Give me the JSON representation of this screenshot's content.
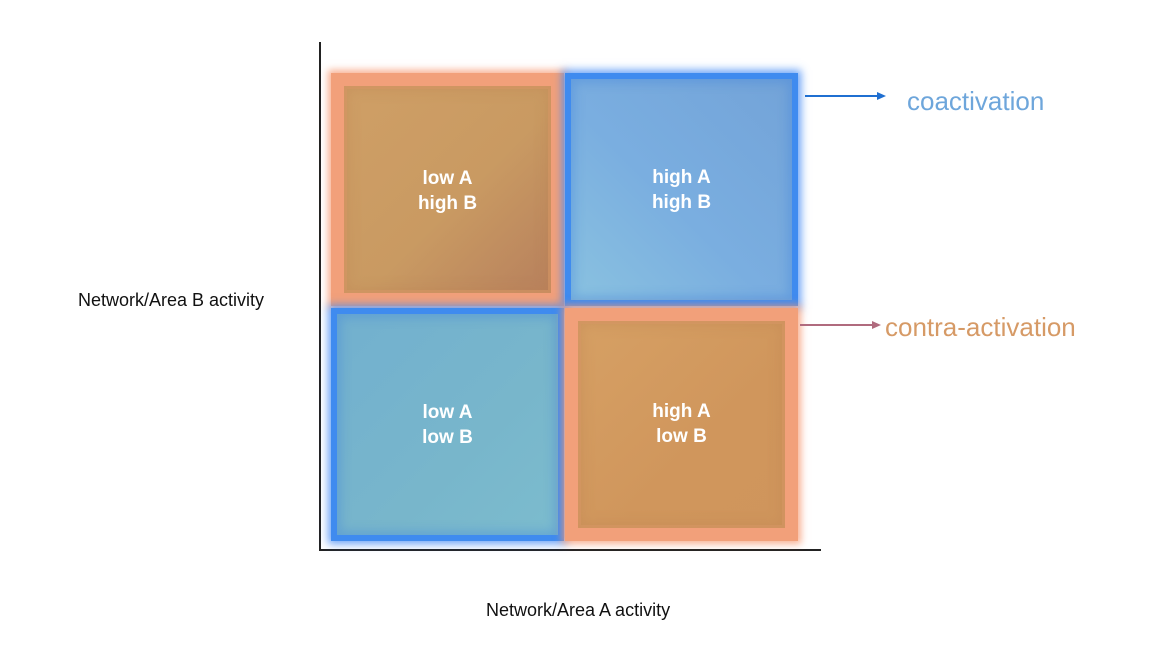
{
  "axes": {
    "x_label": "Network/Area A activity",
    "y_label": "Network/Area B activity"
  },
  "quadrants": {
    "top_left": {
      "line1": "low A",
      "line2": "high B",
      "category": "contra-activation"
    },
    "top_right": {
      "line1": "high A",
      "line2": "high B",
      "category": "coactivation"
    },
    "bottom_left": {
      "line1": "low A",
      "line2": "low B",
      "category": "coactivation"
    },
    "bottom_right": {
      "line1": "high A",
      "line2": "low B",
      "category": "contra-activation"
    }
  },
  "legend": {
    "coactivation": {
      "label": "coactivation",
      "color": "#6ea6db",
      "arrow_color": "#1f6fd1"
    },
    "contra_activation": {
      "label": "contra-activation",
      "color": "#d69a66",
      "arrow_color": "#b06b7e"
    }
  },
  "colors": {
    "orange_border": "#f2a07a",
    "blue_border": "#3f8bef"
  }
}
